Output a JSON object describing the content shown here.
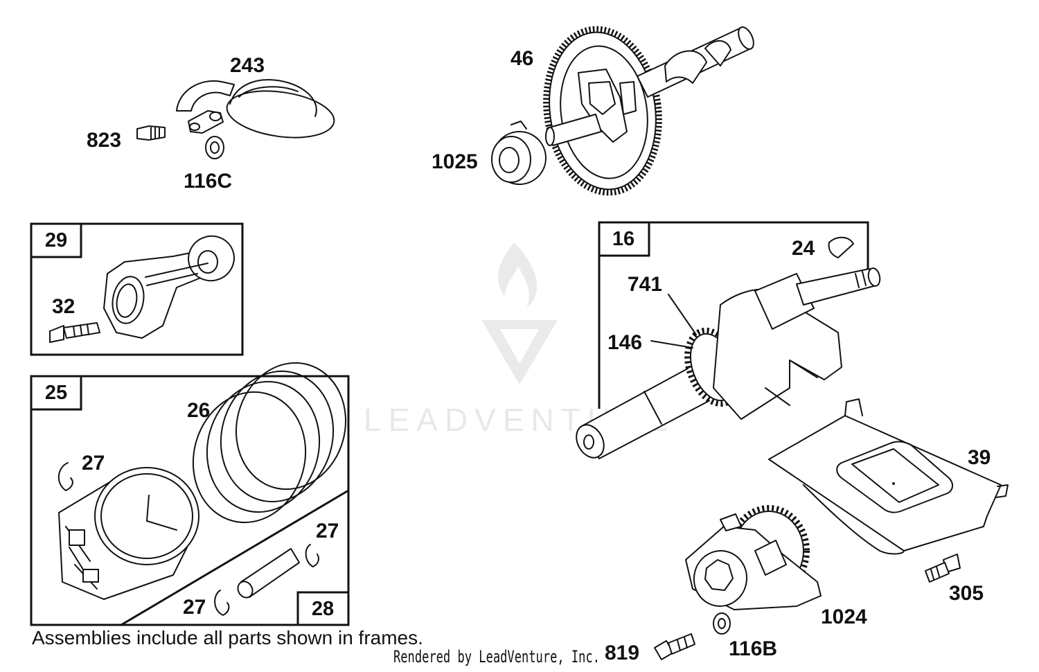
{
  "diagram": {
    "parts": [
      {
        "id": "p243",
        "text": "243"
      },
      {
        "id": "p823",
        "text": "823"
      },
      {
        "id": "p116c",
        "text": "116C"
      },
      {
        "id": "p46",
        "text": "46"
      },
      {
        "id": "p1025",
        "text": "1025"
      },
      {
        "id": "p32",
        "text": "32"
      },
      {
        "id": "p24",
        "text": "24"
      },
      {
        "id": "p741",
        "text": "741"
      },
      {
        "id": "p146",
        "text": "146"
      },
      {
        "id": "p26",
        "text": "26"
      },
      {
        "id": "p27a",
        "text": "27"
      },
      {
        "id": "p27b",
        "text": "27"
      },
      {
        "id": "p27c",
        "text": "27"
      },
      {
        "id": "p39",
        "text": "39"
      },
      {
        "id": "p305",
        "text": "305"
      },
      {
        "id": "p1024",
        "text": "1024"
      },
      {
        "id": "p819",
        "text": "819"
      },
      {
        "id": "p116b",
        "text": "116B"
      }
    ],
    "frames": [
      {
        "id": "f29",
        "text": "29"
      },
      {
        "id": "f25",
        "text": "25"
      },
      {
        "id": "f28",
        "text": "28"
      },
      {
        "id": "f16",
        "text": "16"
      }
    ],
    "note": "Assemblies include all parts shown in frames.",
    "credit": "Rendered by LeadVenture, Inc.",
    "watermark": "LEADVENTURE",
    "colors": {
      "line": "#111111",
      "watermark": "#e6e6e6"
    }
  }
}
